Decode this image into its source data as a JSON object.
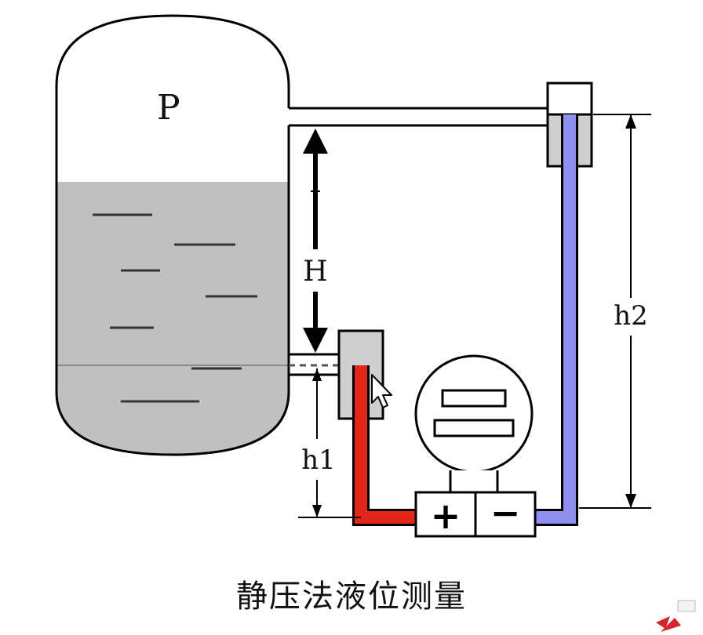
{
  "diagram": {
    "tank_label": "P",
    "height_label_H": "H",
    "height_label_h1": "h1",
    "height_label_h2": "h2",
    "transmitter_plus": "+",
    "transmitter_minus": "−",
    "caption": "静压法液位测量"
  },
  "colors": {
    "liquid": "#c0c0c0",
    "high_side_tube": "#e2261a",
    "low_side_tube": "#8f8ff0",
    "outline": "#000000",
    "seal_pot": "#cfcfcf"
  }
}
